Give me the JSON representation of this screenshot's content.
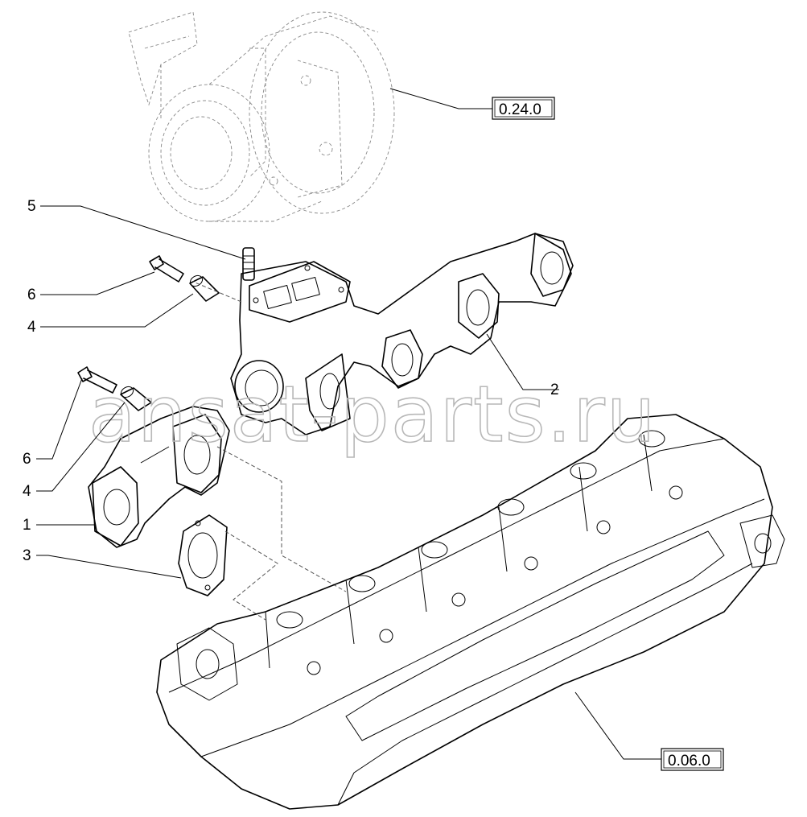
{
  "callouts": {
    "c1": "1",
    "c2": "2",
    "c3": "3",
    "c4a": "4",
    "c4b": "4",
    "c5": "5",
    "c6a": "6",
    "c6b": "6"
  },
  "references": {
    "turbocharger": "0.24.0",
    "cylinder_head": "0.06.0"
  },
  "watermark": "ansat-parts.ru",
  "colors": {
    "line": "#000000",
    "phantom": "#888888",
    "watermark": "#b8b8b8",
    "background": "#ffffff"
  }
}
